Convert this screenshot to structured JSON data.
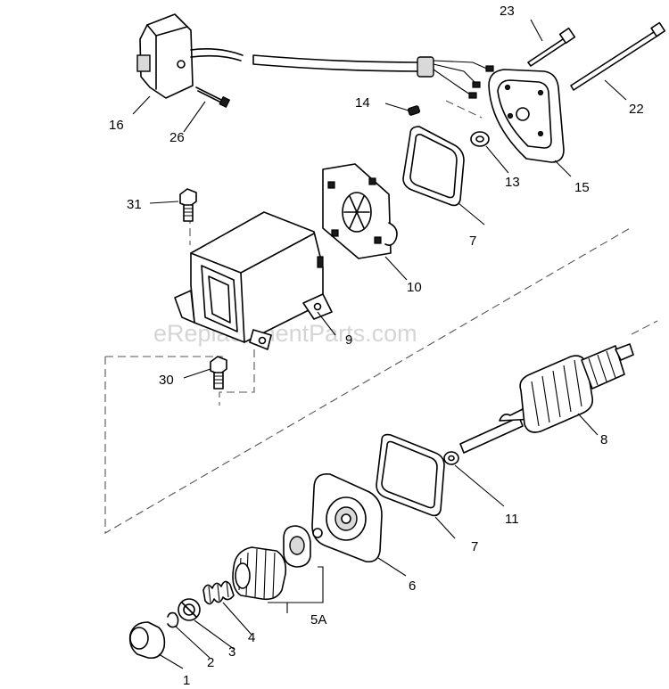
{
  "watermark": "eReplacementParts.com",
  "callouts": {
    "p1": "1",
    "p2": "2",
    "p3": "3",
    "p4": "4",
    "p5a": "5A",
    "p6": "6",
    "p7a": "7",
    "p7b": "7",
    "p8": "8",
    "p9": "9",
    "p10": "10",
    "p11": "11",
    "p13": "13",
    "p14": "14",
    "p15": "15",
    "p16": "16",
    "p22": "22",
    "p23": "23",
    "p26": "26",
    "p30": "30",
    "p31": "31"
  }
}
